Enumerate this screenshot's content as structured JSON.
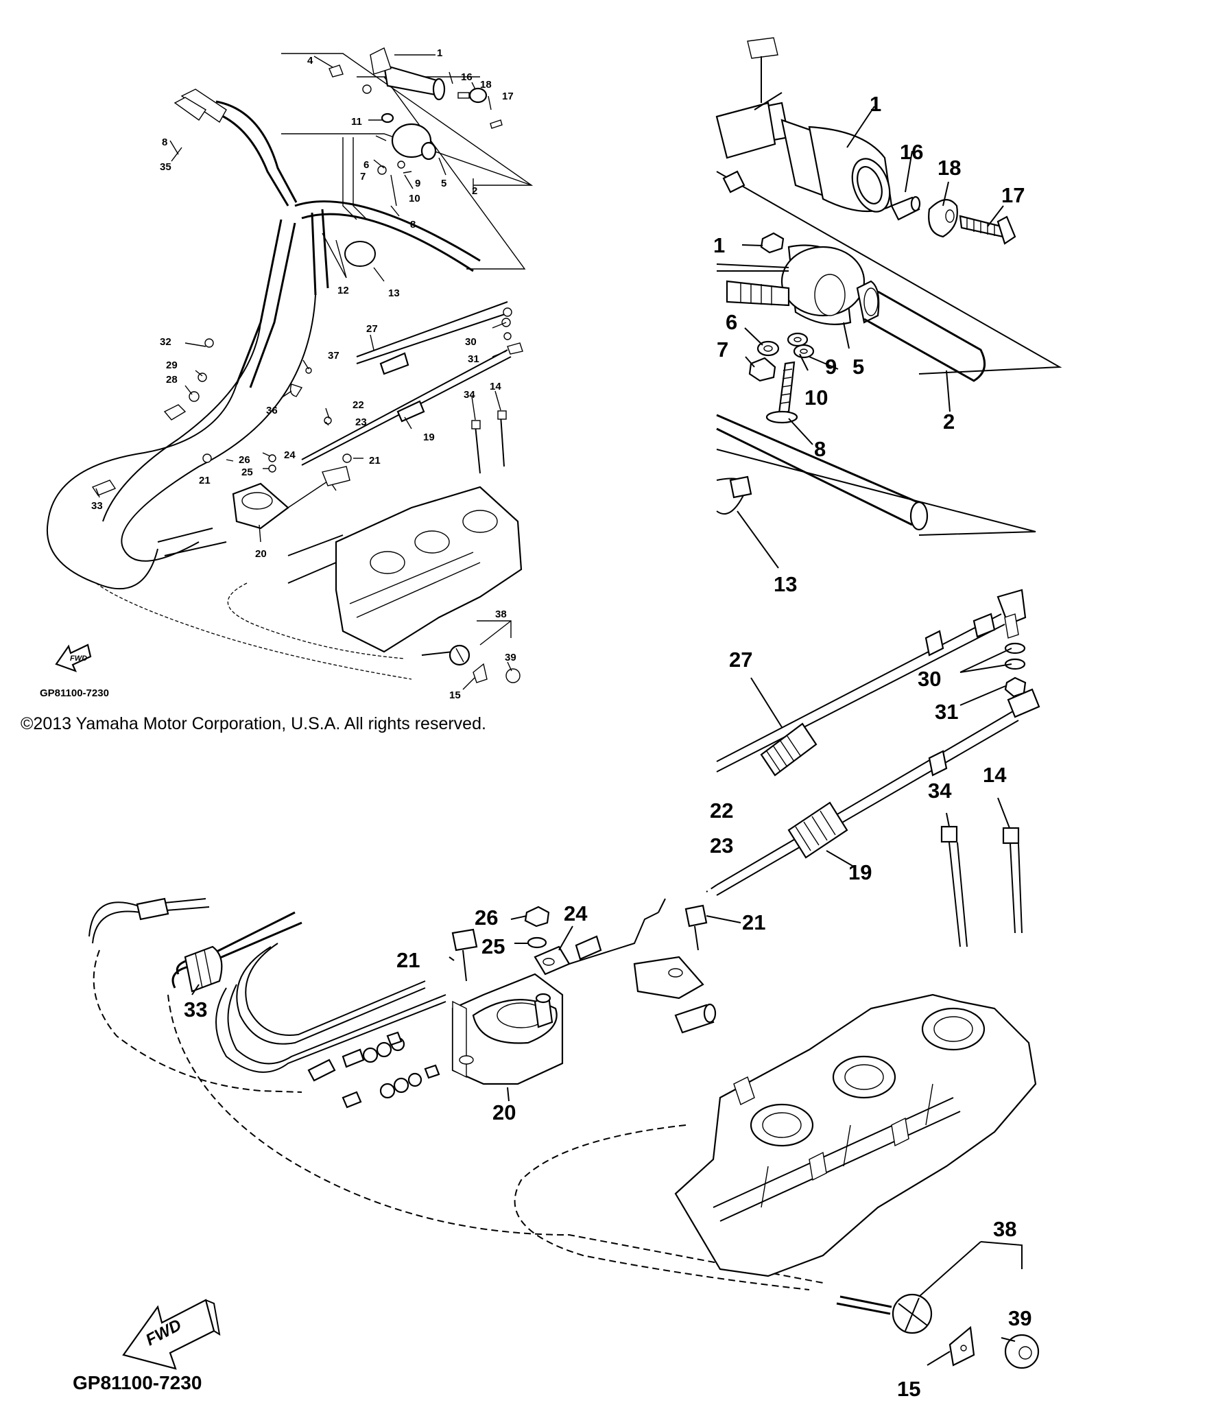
{
  "diagram": {
    "copyright": "©2013 Yamaha Motor Corporation, U.S.A. All rights reserved.",
    "small_view": {
      "drawing_code": "GP81100-7230",
      "fwd_label": "FWD",
      "callouts": [
        "1",
        "2",
        "4",
        "5",
        "6",
        "7",
        "8",
        "8",
        "9",
        "10",
        "11",
        "12",
        "13",
        "14",
        "15",
        "16",
        "17",
        "18",
        "19",
        "20",
        "21",
        "21",
        "22",
        "23",
        "24",
        "25",
        "26",
        "27",
        "28",
        "29",
        "30",
        "31",
        "32",
        "33",
        "34",
        "35",
        "36",
        "37",
        "38",
        "39"
      ]
    },
    "detail_view": {
      "drawing_code": "GP81100-7230",
      "fwd_label": "FWD",
      "callouts": [
        "1",
        "1",
        "2",
        "5",
        "6",
        "7",
        "8",
        "9",
        "10",
        "13",
        "14",
        "15",
        "16",
        "17",
        "18",
        "19",
        "20",
        "21",
        "21",
        "22",
        "23",
        "24",
        "25",
        "26",
        "27",
        "30",
        "31",
        "33",
        "34",
        "38",
        "39"
      ]
    }
  }
}
